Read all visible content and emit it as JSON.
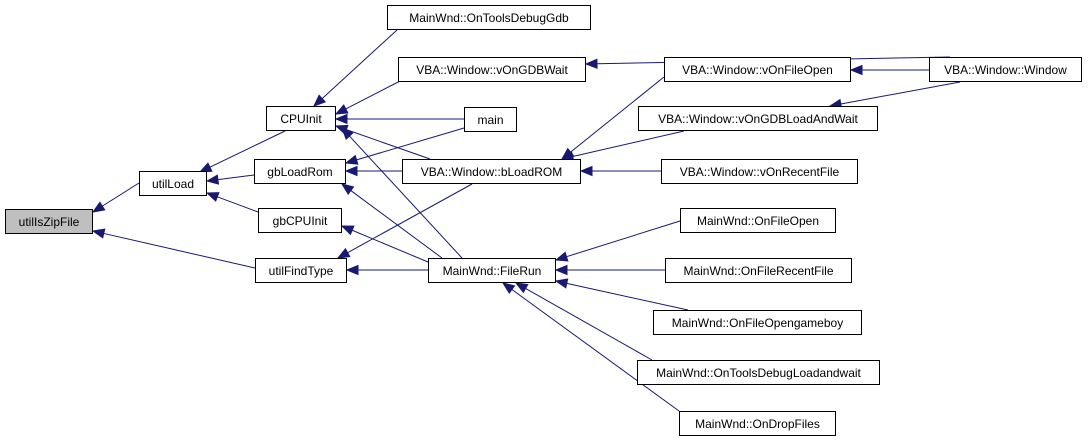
{
  "colors": {
    "edge": "#191970",
    "node_border": "#000000",
    "node_fill": "#ffffff",
    "root_fill": "#bfbfbf"
  },
  "nodes": [
    {
      "id": "n_util_is_zip_file",
      "label": "utilIsZipFile",
      "root": true
    },
    {
      "id": "n_util_load",
      "label": "utilLoad"
    },
    {
      "id": "n_util_find_type",
      "label": "utilFindType"
    },
    {
      "id": "n_cpu_init",
      "label": "CPUInit"
    },
    {
      "id": "n_gb_load_rom",
      "label": "gbLoadRom"
    },
    {
      "id": "n_gb_cpu_init",
      "label": "gbCPUInit"
    },
    {
      "id": "n_on_tools_debug_gdb",
      "label": "MainWnd::OnToolsDebugGdb"
    },
    {
      "id": "n_von_gdb_wait",
      "label": "VBA::Window::vOnGDBWait"
    },
    {
      "id": "n_main",
      "label": "main"
    },
    {
      "id": "n_bload_rom",
      "label": "VBA::Window::bLoadROM"
    },
    {
      "id": "n_file_run",
      "label": "MainWnd::FileRun"
    },
    {
      "id": "n_von_file_open",
      "label": "VBA::Window::vOnFileOpen"
    },
    {
      "id": "n_von_gdb_load_and_wait",
      "label": "VBA::Window::vOnGDBLoadAndWait"
    },
    {
      "id": "n_von_recent_file",
      "label": "VBA::Window::vOnRecentFile"
    },
    {
      "id": "n_window_window",
      "label": "VBA::Window::Window"
    },
    {
      "id": "n_on_file_open",
      "label": "MainWnd::OnFileOpen"
    },
    {
      "id": "n_on_file_recent_file",
      "label": "MainWnd::OnFileRecentFile"
    },
    {
      "id": "n_on_file_opengameboy",
      "label": "MainWnd::OnFileOpengameboy"
    },
    {
      "id": "n_on_tools_debug_loadandwait",
      "label": "MainWnd::OnToolsDebugLoadandwait"
    },
    {
      "id": "n_on_drop_files",
      "label": "MainWnd::OnDropFiles"
    }
  ],
  "edges": [
    {
      "from": "n_util_load",
      "to": "n_util_is_zip_file"
    },
    {
      "from": "n_util_find_type",
      "to": "n_util_is_zip_file"
    },
    {
      "from": "n_cpu_init",
      "to": "n_util_load"
    },
    {
      "from": "n_gb_load_rom",
      "to": "n_util_load"
    },
    {
      "from": "n_gb_cpu_init",
      "to": "n_util_load"
    },
    {
      "from": "n_on_tools_debug_gdb",
      "to": "n_cpu_init"
    },
    {
      "from": "n_von_gdb_wait",
      "to": "n_cpu_init"
    },
    {
      "from": "n_main",
      "to": "n_cpu_init"
    },
    {
      "from": "n_bload_rom",
      "to": "n_cpu_init"
    },
    {
      "from": "n_file_run",
      "to": "n_cpu_init"
    },
    {
      "from": "n_main",
      "to": "n_gb_load_rom"
    },
    {
      "from": "n_bload_rom",
      "to": "n_gb_load_rom"
    },
    {
      "from": "n_file_run",
      "to": "n_gb_load_rom"
    },
    {
      "from": "n_file_run",
      "to": "n_gb_cpu_init"
    },
    {
      "from": "n_bload_rom",
      "to": "n_util_find_type"
    },
    {
      "from": "n_file_run",
      "to": "n_util_find_type"
    },
    {
      "from": "n_window_window",
      "to": "n_von_gdb_wait"
    },
    {
      "from": "n_von_file_open",
      "to": "n_bload_rom"
    },
    {
      "from": "n_von_gdb_load_and_wait",
      "to": "n_bload_rom"
    },
    {
      "from": "n_von_recent_file",
      "to": "n_bload_rom"
    },
    {
      "from": "n_window_window",
      "to": "n_von_file_open"
    },
    {
      "from": "n_window_window",
      "to": "n_von_gdb_load_and_wait"
    },
    {
      "from": "n_on_file_open",
      "to": "n_file_run"
    },
    {
      "from": "n_on_file_recent_file",
      "to": "n_file_run"
    },
    {
      "from": "n_on_file_opengameboy",
      "to": "n_file_run"
    },
    {
      "from": "n_on_tools_debug_loadandwait",
      "to": "n_file_run"
    },
    {
      "from": "n_on_drop_files",
      "to": "n_file_run"
    }
  ]
}
